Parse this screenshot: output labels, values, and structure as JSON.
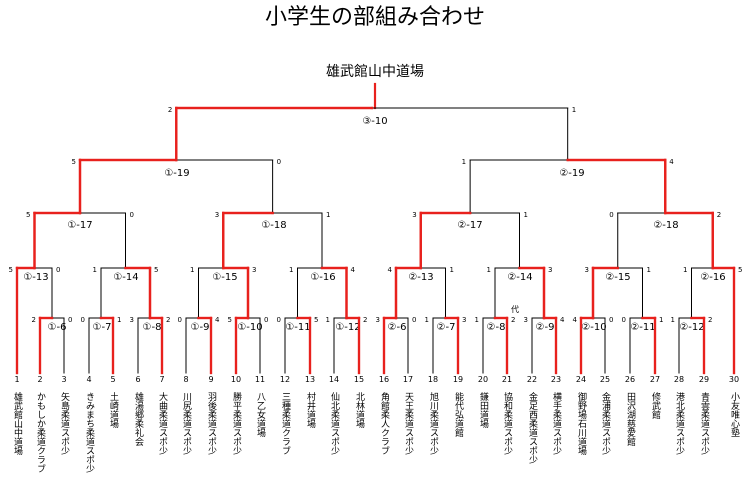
{
  "title": "小学生の部組み合わせ",
  "champion": "雄武館山中道場",
  "colors": {
    "win": "#e8211d",
    "line": "#000000"
  },
  "teams": [
    "雄武館山中道場",
    "かもしか柔道クラブ",
    "矢島柔道スポ少",
    "きみまち柔道スポ少",
    "土崎道場",
    "雄湯郷柔礼会",
    "大曲柔道スポ少",
    "川尻柔道スポ少",
    "羽後柔道スポ少",
    "勝平柔道スポ少",
    "八乙女道場",
    "三種柔道クラブ",
    "村井道場",
    "仙北柔道スポ少",
    "北林道場",
    "角館柔人クラブ",
    "天王柔道スポ少",
    "旭川柔道スポ少",
    "能代弘道館",
    "鎌田道場",
    "協和柔道スポ少",
    "金足西柔道スポ少",
    "横手柔道スポ少",
    "御野場石川道場",
    "金浦柔道スポ少",
    "田沢湖慈愛館",
    "修武館",
    "港北柔道スポ少",
    "青雲柔道スポ少",
    "小友唯心塾"
  ],
  "matches": {
    "m1_6": {
      "label": "①-6",
      "scores": [
        "2",
        "0"
      ]
    },
    "m1_7": {
      "label": "①-7",
      "scores": [
        "0",
        "1"
      ]
    },
    "m1_8": {
      "label": "①-8",
      "scores": [
        "3",
        "2"
      ]
    },
    "m1_9": {
      "label": "①-9",
      "scores": [
        "0",
        "4"
      ]
    },
    "m1_10": {
      "label": "①-10",
      "scores": [
        "5",
        "0"
      ]
    },
    "m1_11": {
      "label": "①-11",
      "scores": [
        "0",
        "5"
      ]
    },
    "m1_12": {
      "label": "①-12",
      "scores": [
        "1",
        "2"
      ]
    },
    "m2_6": {
      "label": "②-6",
      "scores": [
        "3",
        "0"
      ]
    },
    "m2_7": {
      "label": "②-7",
      "scores": [
        "1",
        "3"
      ]
    },
    "m2_8": {
      "label": "②-8",
      "scores": [
        "1",
        "2"
      ]
    },
    "m2_9": {
      "label": "②-9",
      "scores": [
        "3",
        "4"
      ]
    },
    "m2_10": {
      "label": "②-10",
      "scores": [
        "4",
        "0"
      ]
    },
    "m2_11": {
      "label": "②-11",
      "scores": [
        "0",
        "1"
      ]
    },
    "m2_12": {
      "label": "②-12",
      "scores": [
        "1",
        "2"
      ]
    },
    "m1_13": {
      "label": "①-13",
      "scores": [
        "5",
        "0"
      ]
    },
    "m1_14": {
      "label": "①-14",
      "scores": [
        "1",
        "5"
      ]
    },
    "m1_15": {
      "label": "①-15",
      "scores": [
        "1",
        "3"
      ]
    },
    "m1_16": {
      "label": "①-16",
      "scores": [
        "1",
        "4"
      ]
    },
    "m2_13": {
      "label": "②-13",
      "scores": [
        "4",
        "1"
      ]
    },
    "m2_14": {
      "label": "②-14",
      "scores": [
        "1",
        "3"
      ]
    },
    "m2_15": {
      "label": "②-15",
      "scores": [
        "3",
        "1"
      ]
    },
    "m2_16": {
      "label": "②-16",
      "scores": [
        "1",
        "5"
      ]
    },
    "m1_17": {
      "label": "①-17",
      "scores": [
        "5",
        "0"
      ]
    },
    "m1_18": {
      "label": "①-18",
      "scores": [
        "3",
        "1"
      ]
    },
    "m2_17": {
      "label": "②-17",
      "scores": [
        "3",
        "1"
      ]
    },
    "m2_18": {
      "label": "②-18",
      "scores": [
        "0",
        "2"
      ]
    },
    "m1_19": {
      "label": "①-19",
      "scores": [
        "5",
        "0"
      ]
    },
    "m2_19": {
      "label": "②-19",
      "scores": [
        "1",
        "4"
      ]
    },
    "m3_10": {
      "label": "③-10",
      "scores": [
        "2",
        "1"
      ]
    }
  },
  "note_dai": "代"
}
